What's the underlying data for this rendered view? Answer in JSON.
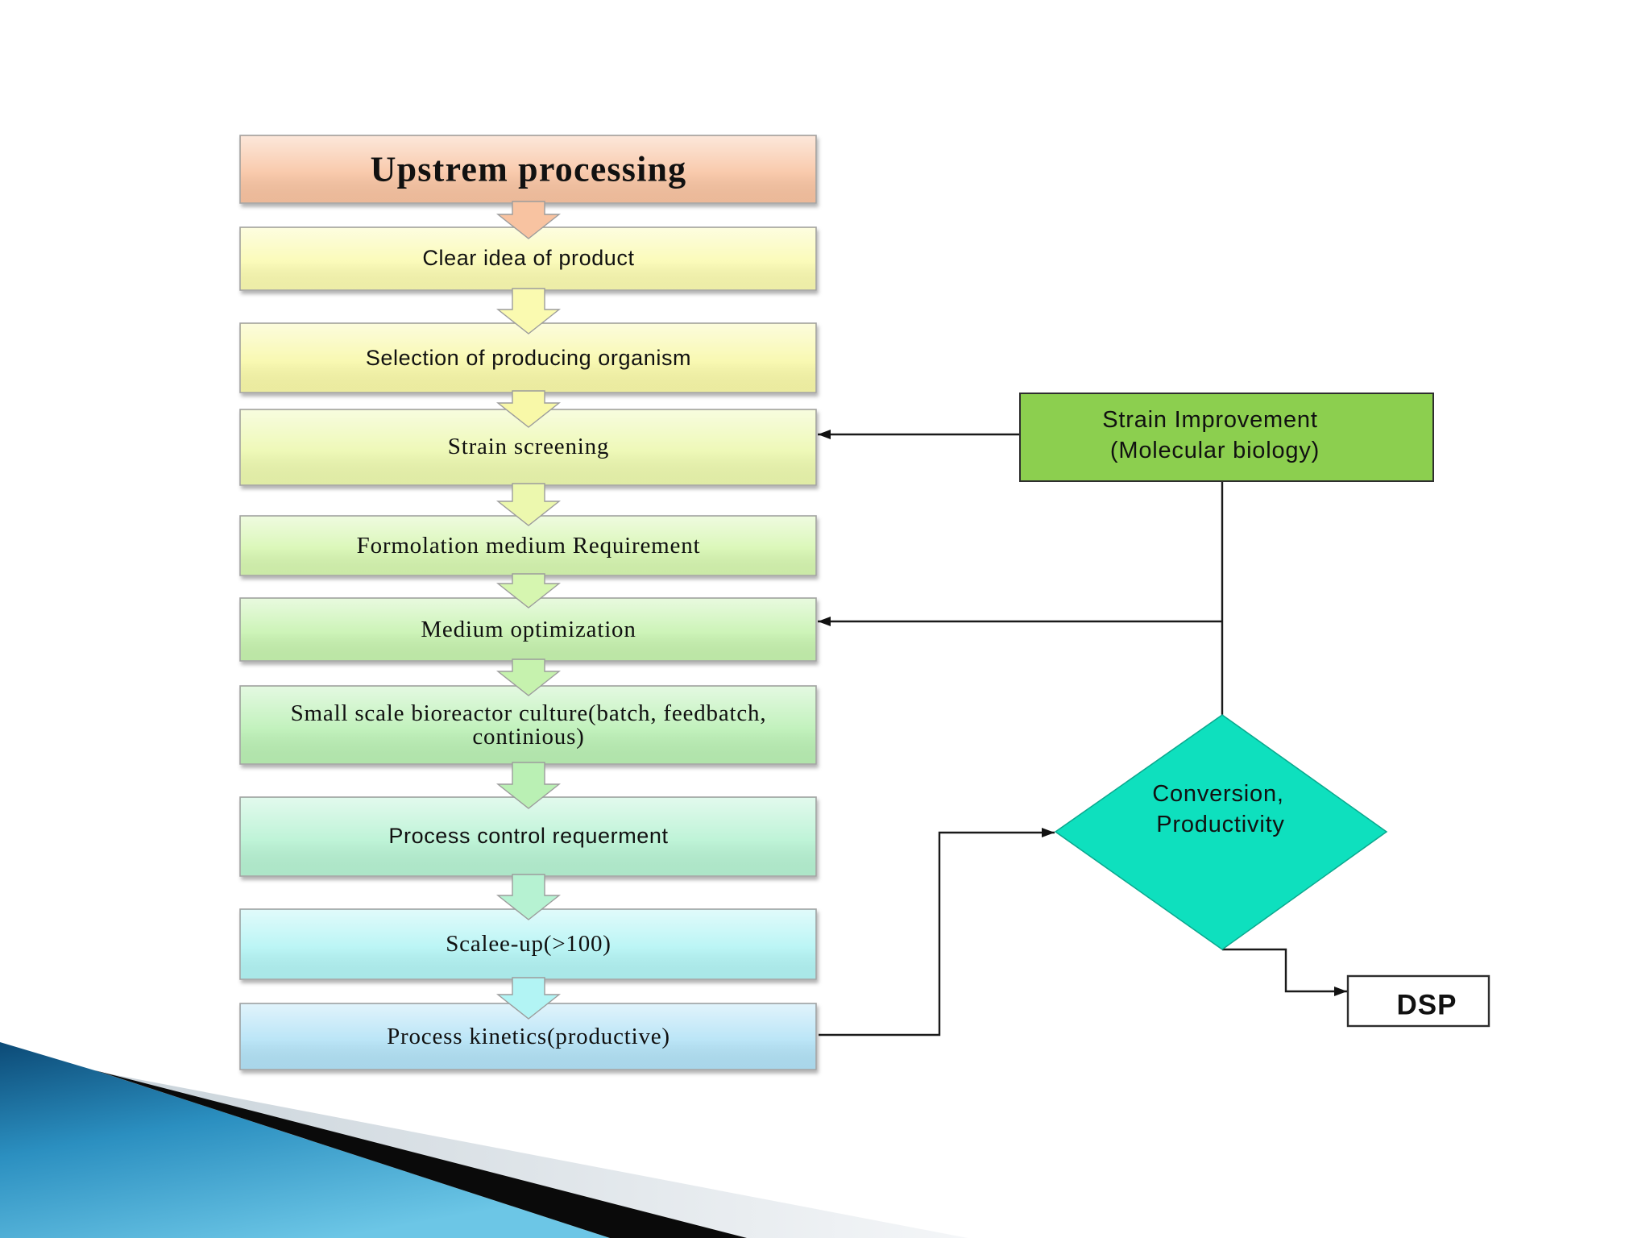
{
  "title": {
    "label": "Upstrem processing",
    "color": "#f8c3a1"
  },
  "steps": [
    {
      "lines": [
        "Clear idea of product"
      ],
      "color": "#fafab0"
    },
    {
      "lines": [
        "Selection of producing organism"
      ],
      "color": "#f8f8a8"
    },
    {
      "lines": [
        "Strain screening"
      ],
      "color": "#ecf8ae"
    },
    {
      "lines": [
        "Formolation medium Requirement"
      ],
      "color": "#d6f6b0"
    },
    {
      "lines": [
        "Medium optimization"
      ],
      "color": "#c6f2ae"
    },
    {
      "lines": [
        "Small scale bioreactor culture(batch, feedbatch,",
        "continious)"
      ],
      "color": "#baf0b4"
    },
    {
      "lines": [
        "Process control requerment"
      ],
      "color": "#b6f2d2"
    },
    {
      "lines": [
        "Scalee-up(>100)"
      ],
      "color": "#b2f4f4"
    },
    {
      "lines": [
        "Process kinetics(productive)"
      ],
      "color": "#b2e2f6"
    }
  ],
  "strain_improvement": {
    "lines": [
      "Strain Improvement",
      "(Molecular biology)"
    ],
    "color": "#8ccf4f"
  },
  "decision": {
    "lines": [
      "Conversion,",
      "Productivity"
    ],
    "color": "#0ee0be"
  },
  "dsp": {
    "label": "DSP"
  }
}
